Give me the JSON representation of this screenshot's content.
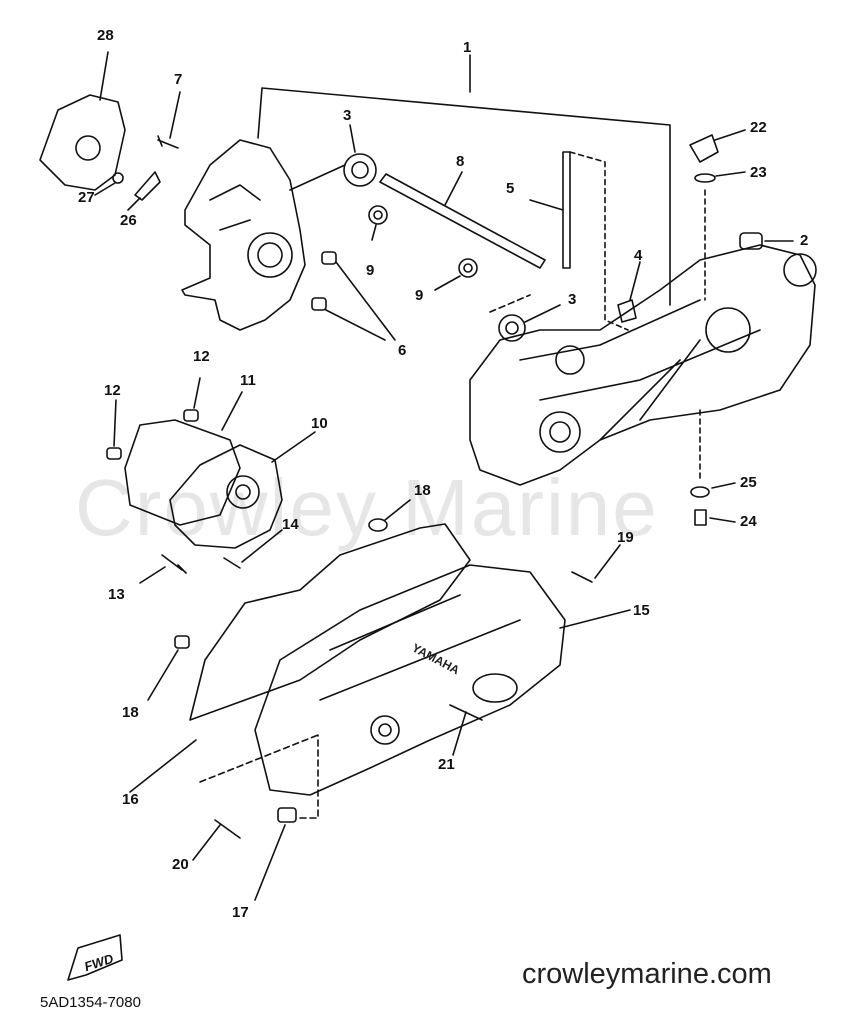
{
  "watermark": "Crowley Marine",
  "site_url": "crowleymarine.com",
  "part_code": "5AD1354-7080",
  "fwd_label": "FWD",
  "brand_mark": "YAMAHA",
  "callouts": {
    "c1": "1",
    "c2": "2",
    "c3a": "3",
    "c3b": "3",
    "c4": "4",
    "c5": "5",
    "c6": "6",
    "c7": "7",
    "c8": "8",
    "c9a": "9",
    "c9b": "9",
    "c10": "10",
    "c11": "11",
    "c12a": "12",
    "c12b": "12",
    "c13": "13",
    "c14": "14",
    "c15": "15",
    "c16": "16",
    "c17": "17",
    "c18a": "18",
    "c18b": "18",
    "c19": "19",
    "c20": "20",
    "c21": "21",
    "c22": "22",
    "c23": "23",
    "c24": "24",
    "c25": "25",
    "c26": "26",
    "c27": "27",
    "c28": "28"
  }
}
